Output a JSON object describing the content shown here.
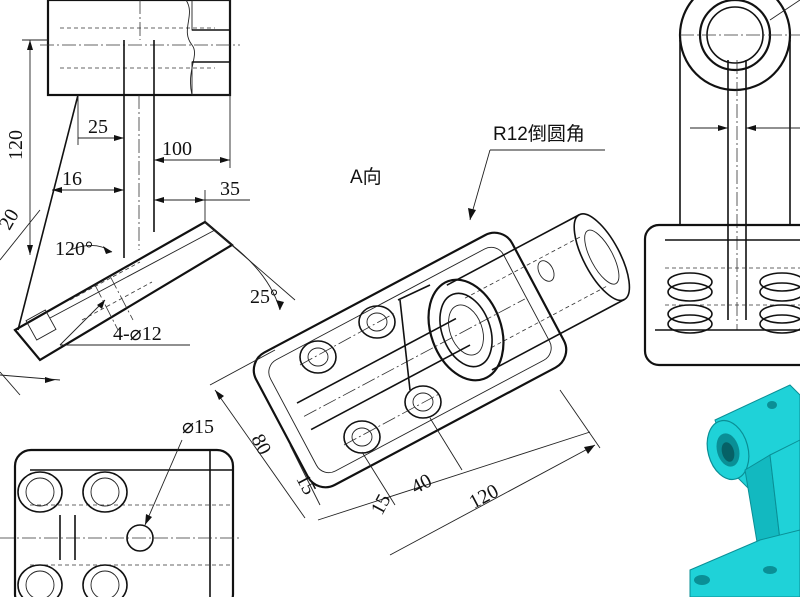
{
  "dimensions": {
    "d120_left": "120",
    "d25": "25",
    "d100": "100",
    "d16": "16",
    "d35": "35",
    "d20_partial": "20",
    "d120deg": "120°",
    "d25deg": "25°",
    "hole_note": "4-⌀12",
    "dia15": "⌀15",
    "d80": "80",
    "d15_a": "15",
    "d15_b": "15",
    "d40": "40",
    "d120_bottom": "120"
  },
  "labels": {
    "view_a": "A向",
    "fillet_note": "R12倒圆角"
  },
  "colors": {
    "line": "#111111",
    "model_cyan": "#1fd2d8",
    "model_cyan_dark": "#0a8f96"
  }
}
